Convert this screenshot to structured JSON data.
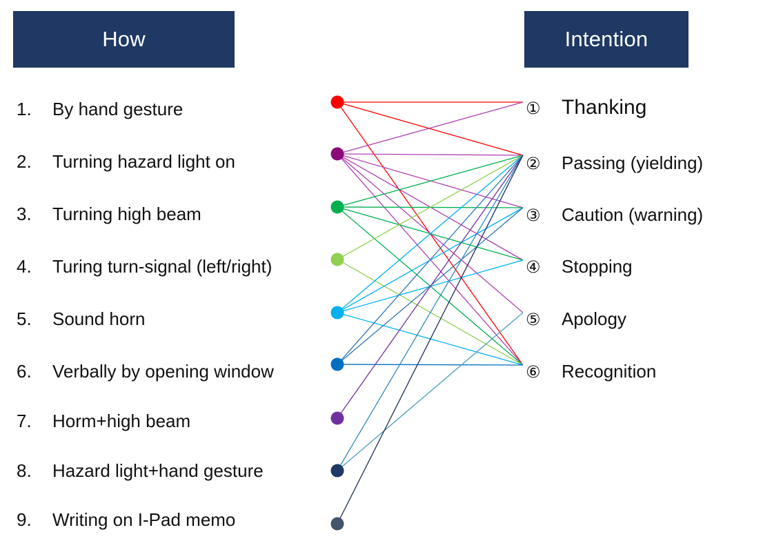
{
  "headers": {
    "how": "How",
    "intention": "Intention"
  },
  "how_items": [
    {
      "num": "1.",
      "label": "By hand gesture",
      "color": "#ff0000"
    },
    {
      "num": "2.",
      "label": "Turning hazard light on",
      "color": "#8b0a7a"
    },
    {
      "num": "3.",
      "label": "Turning high beam",
      "color": "#00b050"
    },
    {
      "num": "4.",
      "label": "Turing turn-signal (left/right)",
      "color": "#92d050"
    },
    {
      "num": "5.",
      "label": "Sound horn",
      "color": "#00b0f0"
    },
    {
      "num": "6.",
      "label": "Verbally by opening window",
      "color": "#0070c0"
    },
    {
      "num": "7.",
      "label": "Horm+high beam",
      "color": "#7030a0"
    },
    {
      "num": "8.",
      "label": "Hazard light+hand gesture",
      "color": "#1f3864"
    },
    {
      "num": "9.",
      "label": "Writing on I-Pad memo",
      "color": "#44546a"
    }
  ],
  "intention_items": [
    {
      "num": "①",
      "label": "Thanking"
    },
    {
      "num": "②",
      "label": "Passing (yielding)"
    },
    {
      "num": "③",
      "label": "Caution (warning)"
    },
    {
      "num": "④",
      "label": "Stopping"
    },
    {
      "num": "⑤",
      "label": "Apology"
    },
    {
      "num": "⑥",
      "label": "Recognition"
    }
  ],
  "links": [
    {
      "from": 1,
      "to": 1,
      "color": "#ff0000"
    },
    {
      "from": 1,
      "to": 2,
      "color": "#ff0000"
    },
    {
      "from": 1,
      "to": 6,
      "color": "#ff0000"
    },
    {
      "from": 2,
      "to": 1,
      "color": "#b040b0"
    },
    {
      "from": 2,
      "to": 2,
      "color": "#b040b0"
    },
    {
      "from": 2,
      "to": 3,
      "color": "#b040b0"
    },
    {
      "from": 2,
      "to": 4,
      "color": "#b040b0"
    },
    {
      "from": 2,
      "to": 5,
      "color": "#b040b0"
    },
    {
      "from": 2,
      "to": 6,
      "color": "#b040b0"
    },
    {
      "from": 3,
      "to": 2,
      "color": "#00b050"
    },
    {
      "from": 3,
      "to": 3,
      "color": "#00b050"
    },
    {
      "from": 3,
      "to": 4,
      "color": "#00b050"
    },
    {
      "from": 3,
      "to": 6,
      "color": "#00b050"
    },
    {
      "from": 4,
      "to": 2,
      "color": "#92d050"
    },
    {
      "from": 4,
      "to": 6,
      "color": "#92d050"
    },
    {
      "from": 5,
      "to": 2,
      "color": "#00b0f0"
    },
    {
      "from": 5,
      "to": 3,
      "color": "#00b0f0"
    },
    {
      "from": 5,
      "to": 4,
      "color": "#00b0f0"
    },
    {
      "from": 5,
      "to": 6,
      "color": "#00b0f0"
    },
    {
      "from": 6,
      "to": 2,
      "color": "#2e75b6"
    },
    {
      "from": 6,
      "to": 3,
      "color": "#2e75b6"
    },
    {
      "from": 6,
      "to": 6,
      "color": "#0070c0"
    },
    {
      "from": 7,
      "to": 2,
      "color": "#7030a0"
    },
    {
      "from": 8,
      "to": 2,
      "color": "#2e8bb8"
    },
    {
      "from": 8,
      "to": 5,
      "color": "#4a9cb8"
    },
    {
      "from": 9,
      "to": 2,
      "color": "#1f2a5c"
    }
  ]
}
